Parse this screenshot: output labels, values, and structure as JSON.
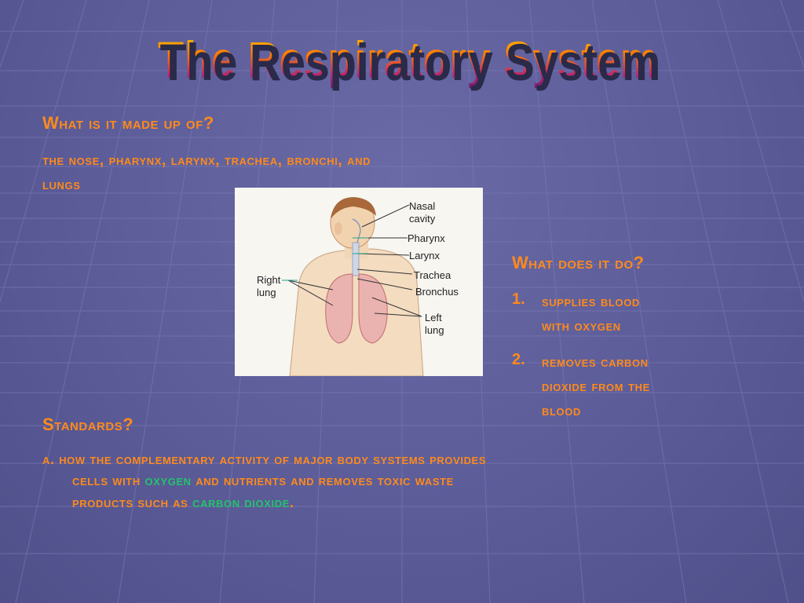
{
  "slide": {
    "title": "The Respiratory System",
    "section1": {
      "heading": "What is it made up of?",
      "body_line1": "the nose, pharynx, larynx, trachea, bronchi, and",
      "body_line2": "lungs"
    },
    "section2": {
      "heading": "What does it do?",
      "items": [
        {
          "num": "1.",
          "line1": "supplies blood",
          "line2": "with oxygen"
        },
        {
          "num": "2.",
          "line1": "removes carbon",
          "line2": "dioxide from the",
          "line3": "blood"
        }
      ]
    },
    "section3": {
      "heading": "Standards?",
      "line1": "a.  how the complementary activity of major body systems provides",
      "line2_pre": "cells with ",
      "line2_hl": "oxygen",
      "line2_post": " and nutrients and removes toxic waste",
      "line3_pre": "products such as ",
      "line3_hl": "carbon dioxide",
      "line3_post": "."
    },
    "diagram": {
      "labels": {
        "nasal": "Nasal",
        "cavity": "cavity",
        "pharynx": "Pharynx",
        "larynx": "Larynx",
        "trachea": "Trachea",
        "bronchus": "Bronchus",
        "left1": "Left",
        "left2": "lung",
        "right1": "Right",
        "right2": "lung"
      }
    },
    "colors": {
      "background": "#5c5c99",
      "text": "#ff8a1a",
      "highlight": "#22c46a"
    }
  }
}
